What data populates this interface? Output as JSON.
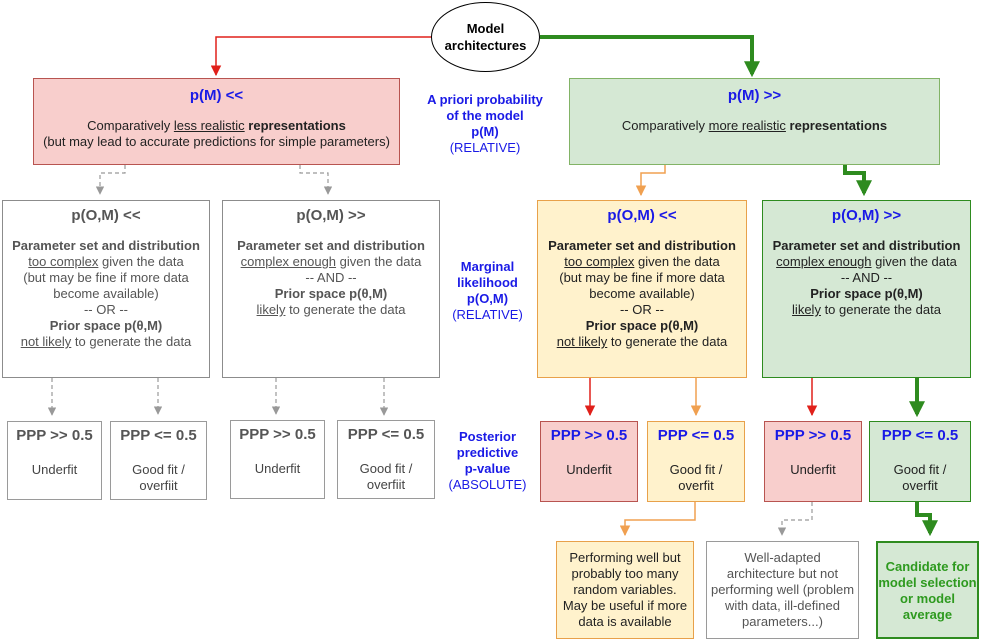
{
  "root": {
    "line1": "Model",
    "line2": "architectures"
  },
  "prior": {
    "low": {
      "title": "p(M) <<",
      "line1_pre": "Comparatively ",
      "line1_u": "less realistic",
      "line1_b": " representations",
      "line2": "(but may lead to accurate predictions for simple parameters)"
    },
    "high": {
      "title": "p(M) >>",
      "line1_pre": "Comparatively ",
      "line1_u": "more realistic",
      "line1_b": " representations"
    }
  },
  "side_labels": {
    "prior": {
      "l1": "A priori probability",
      "l2": "of the model",
      "l3": "p(M)",
      "l4": "(RELATIVE)"
    },
    "marginal": {
      "l1": "Marginal",
      "l2": "likelihood",
      "l3": "p(O,M)",
      "l4": "(RELATIVE)"
    },
    "ppp": {
      "l1": "Posterior",
      "l2": "predictive",
      "l3": "p-value",
      "l4": "(ABSOLUTE)"
    }
  },
  "marginal": {
    "low_title": "p(O,M) <<",
    "high_title": "p(O,M) >>",
    "param": "Parameter set and distribution",
    "too_complex": "too complex",
    "complex_enough": "complex enough",
    "given": " given the data",
    "fine1": "(but may be fine if more data",
    "fine2": "become available)",
    "or": "-- OR --",
    "and": "-- AND --",
    "prior_space": "Prior space p(θ,M)",
    "not_likely": "not likely",
    "likely": "likely",
    "generate": " to generate the data"
  },
  "ppp": {
    "high": "PPP >> 0.5",
    "low": "PPP <= 0.5",
    "underfit": "Underfit",
    "goodfit1": "Good fit /",
    "goodfit2": "overfit",
    "goodfit2_grey": "overfiit"
  },
  "outcomes": {
    "yellow": {
      "l1": "Performing well but",
      "l2": "probably too many",
      "l3": "random variables.",
      "l4": "May be useful if more",
      "l5": "data is available"
    },
    "grey": {
      "l1": "Well-adapted",
      "l2": "architecture but not",
      "l3": "performing well (problem",
      "l4": "with data, ill-defined",
      "l5": "parameters...)"
    },
    "green": {
      "l1": "Candidate for",
      "l2": "model selection",
      "l3": "or model",
      "l4": "average"
    }
  },
  "colors": {
    "red_arrow": "#e0201a",
    "green_arrow": "#2e8b1f",
    "orange_arrow": "#f0a050",
    "grey_arrow": "#999999"
  }
}
